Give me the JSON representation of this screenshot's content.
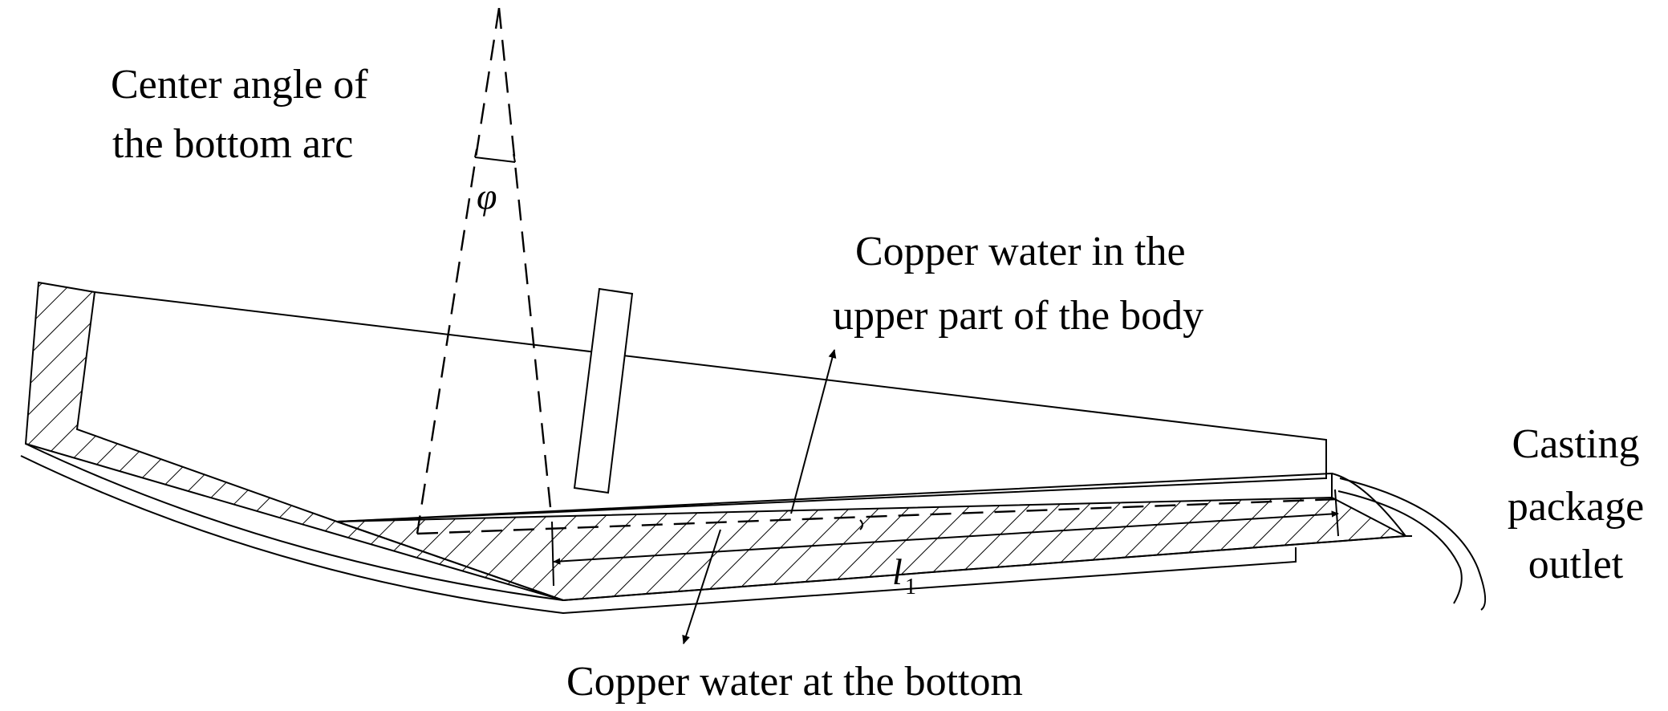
{
  "labels": {
    "center_angle_line1": "Center angle of",
    "center_angle_line2": "the bottom arc",
    "angle_symbol": "φ",
    "upper_water_line1": "Copper water in the",
    "upper_water_line2": "upper part of the body",
    "bottom_water": "Copper water at the bottom",
    "outlet_line1": "Casting",
    "outlet_line2": "package",
    "outlet_line3": "outlet",
    "length_symbol": "l",
    "length_subscript": "1"
  },
  "colors": {
    "stroke": "#000000",
    "background": "#ffffff"
  }
}
